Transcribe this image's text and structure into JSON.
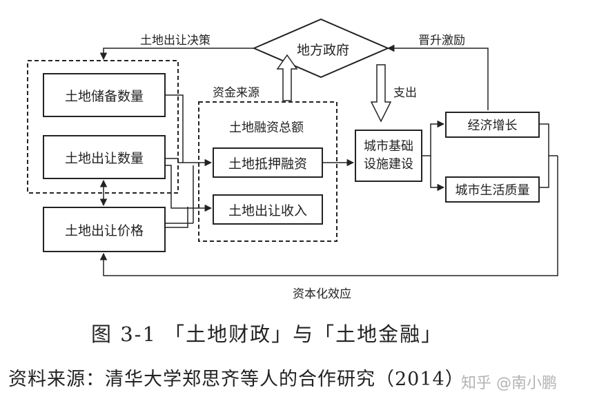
{
  "diagram": {
    "nodes": {
      "gov": "地方政府",
      "reserve": "土地储备数量",
      "transfer_qty": "土地出让数量",
      "transfer_price": "土地出让价格",
      "finance_group_title": "土地融资总额",
      "mortgage": "土地抵押融资",
      "transfer_income": "土地出让收入",
      "infra_line1": "城市基础",
      "infra_line2": "设施建设",
      "growth": "经济增长",
      "quality": "城市生活质量"
    },
    "edge_labels": {
      "decision": "土地出让决策",
      "promotion": "晋升激励",
      "funding": "资金来源",
      "spending": "支出",
      "capitalization": "资本化效应"
    }
  },
  "caption": {
    "title": "图 3-1 「土地财政」与「土地金融」",
    "source": "资料来源：清华大学郑思齐等人的合作研究（2014）"
  },
  "watermark": "知乎 @南小鹏"
}
